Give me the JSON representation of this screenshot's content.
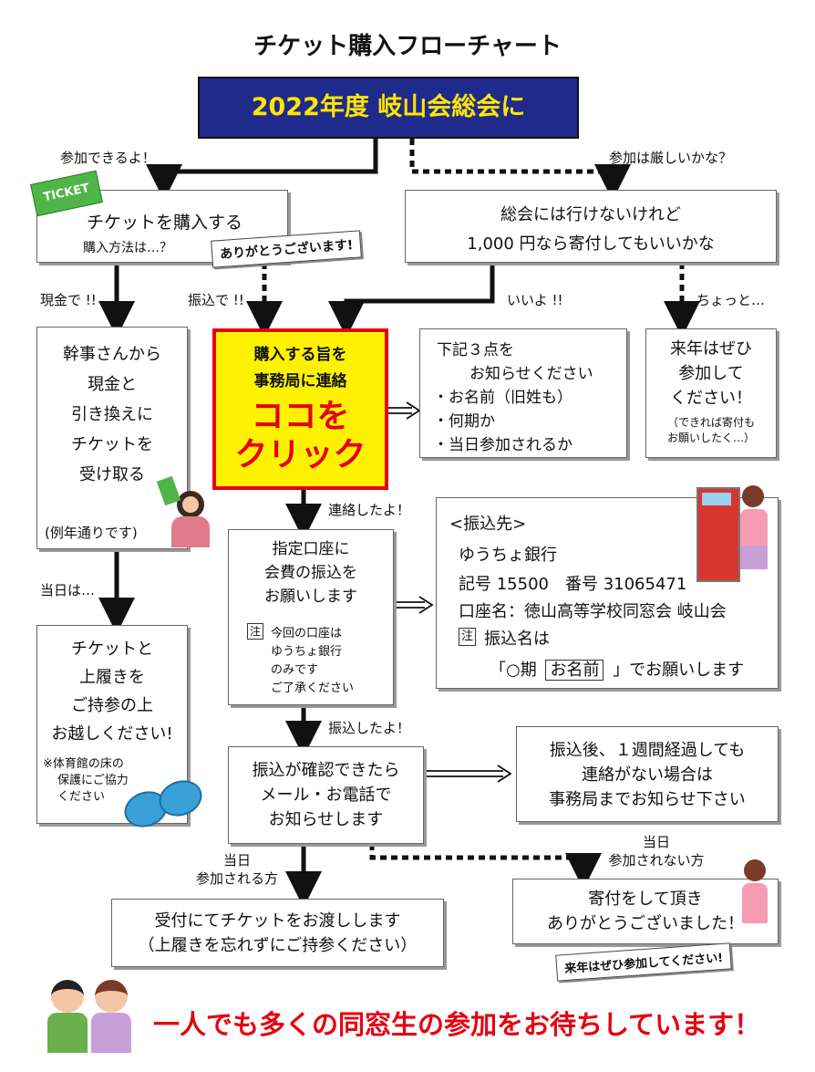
{
  "title": "チケット購入フローチャート",
  "banner": "2022年度 岐山会総会に",
  "branch": {
    "yes": "参加できるよ！",
    "no": "参加は厳しいかな？"
  },
  "buy": {
    "line1": "チケットを購入する",
    "line2": "購入方法は…？",
    "ticket_icon": "TICKET"
  },
  "donate_q": {
    "line1": "総会には行けないけれど",
    "line2": "1,000 円なら寄付してもいいかな"
  },
  "thanks_tag": "ありがとうございます!",
  "labels": {
    "cash": "現金で !!",
    "transfer": "振込で !!",
    "ok": "いいよ !!",
    "bit": "ちょっと…",
    "contacted": "連絡したよ！",
    "transferred": "振込したよ！",
    "on_day": "当日は…",
    "attend_1": "当日",
    "attend_2": "参加される方",
    "absent_1": "当日",
    "absent_2": "参加されない方"
  },
  "cash_box": {
    "lines": [
      "幹事さんから",
      "現金と",
      "引き換えに",
      "チケットを",
      "受け取る"
    ],
    "note": "(例年通りです)"
  },
  "contact_box": {
    "line1": "購入する旨を",
    "line2": "事務局に連絡",
    "click1": "ココを",
    "click2": "クリック"
  },
  "info_box": {
    "line1": "下記３点を",
    "line2": "お知らせください",
    "items": [
      "・お名前（旧姓も）",
      "・何期か",
      "・当日参加されるか"
    ]
  },
  "nextyear_box": {
    "lines": [
      "来年はぜひ",
      "参加して",
      "ください！"
    ],
    "note1": "（できれば寄付も",
    "note2": "お願いしたく…）"
  },
  "pay_box": {
    "lines": [
      "指定口座に",
      "会費の振込を",
      "お願いします"
    ],
    "note_mark": "注",
    "note": [
      "今回の口座は",
      "ゆうちょ銀行",
      "のみです",
      "ご了承ください"
    ]
  },
  "bank_box": {
    "heading": "<振込先>",
    "bank": "ゆうちょ銀行",
    "number": "記号 15500　番号 31065471",
    "account": "口座名：徳山高等学校同窓会 岐山会",
    "note_mark": "注",
    "note": "振込名は",
    "format_1": "「○期",
    "format_name": "お名前",
    "format_2": "」でお願いします"
  },
  "bring_box": {
    "lines": [
      "チケットと",
      "上履きを",
      "ご持参の上",
      "お越しください!"
    ],
    "note": [
      "※体育館の床の",
      "保護にご協力",
      "ください"
    ]
  },
  "confirm_box": {
    "lines": [
      "振込が確認できたら",
      "メール・お電話で",
      "お知らせします"
    ]
  },
  "week_box": {
    "lines": [
      "振込後、１週間経過しても",
      "連絡がない場合は",
      "事務局までお知らせ下さい"
    ]
  },
  "reception_box": {
    "line1": "受付にてチケットをお渡しします",
    "line2": "（上履きを忘れずにご持参ください）"
  },
  "donation_thanks": {
    "line1": "寄付をして頂き",
    "line2": "ありがとうございました！"
  },
  "nextyear_tag": "来年はぜひ参加してください!",
  "footer": "一人でも多くの同窓生の参加をお待ちしています！",
  "colors": {
    "banner_bg": "#1f2a8a",
    "banner_text": "#ffe600",
    "click_bg": "#fff200",
    "click_border": "#e60012",
    "click_text": "#e60012",
    "footer_text": "#e60012"
  }
}
